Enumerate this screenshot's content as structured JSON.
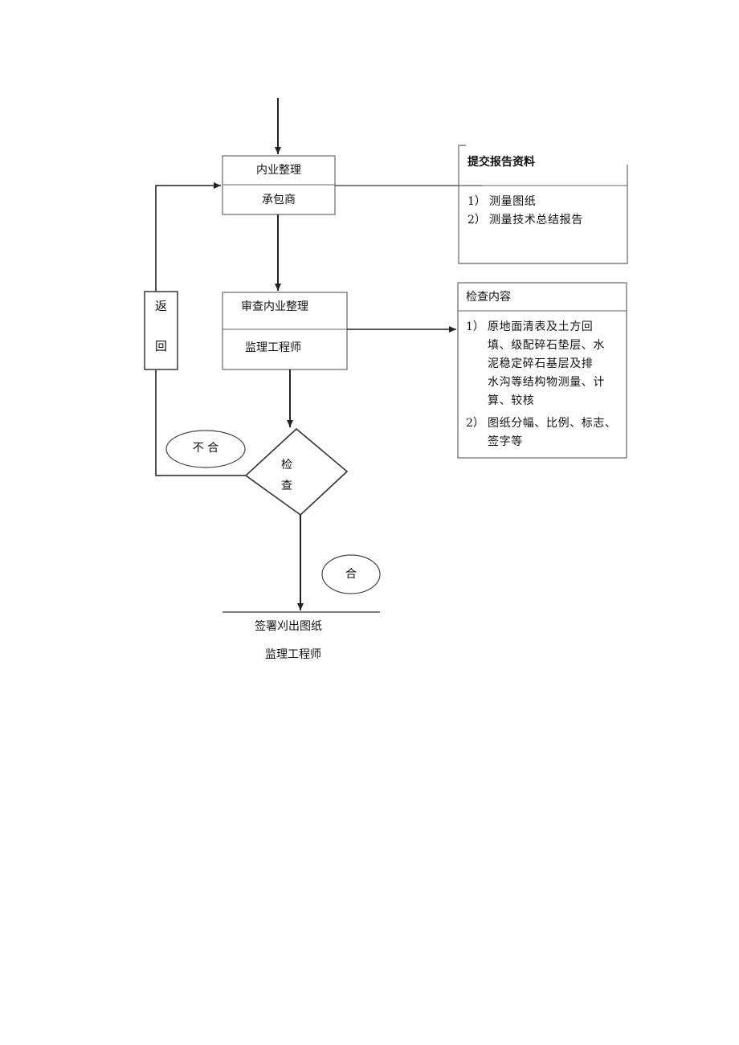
{
  "flowchart": {
    "box_internal_work": {
      "title": "内业整理",
      "role": "承包商"
    },
    "box_review": {
      "title": "审查内业整理",
      "role": "监理工程师"
    },
    "return_box": {
      "char1": "返",
      "char2": "回"
    },
    "decision": {
      "char1": "检",
      "char2": "查"
    },
    "label_fail": "不 合",
    "label_pass": "合",
    "final_step": {
      "title": "签署刈出图纸",
      "role": "监理工程师"
    }
  },
  "note_submit": {
    "title": "提交报告资料",
    "items": [
      {
        "num": "1）",
        "lines": [
          "测量图纸"
        ]
      },
      {
        "num": "2）",
        "lines": [
          "测量技术总结报告"
        ]
      }
    ]
  },
  "note_check": {
    "title": "检查内容",
    "items": [
      {
        "num": "1）",
        "lines": [
          "原地面清表及土方回",
          "填、级配碎石垫层、水",
          "泥稳定碎石基层及排",
          "水沟等结构物测量、计",
          "算、较核"
        ]
      },
      {
        "num": "2）",
        "lines": [
          "图纸分幅、比例、标志、",
          "签字等"
        ]
      }
    ]
  },
  "colors": {
    "line": "#222222",
    "box_border": "#555555",
    "background": "#ffffff"
  }
}
